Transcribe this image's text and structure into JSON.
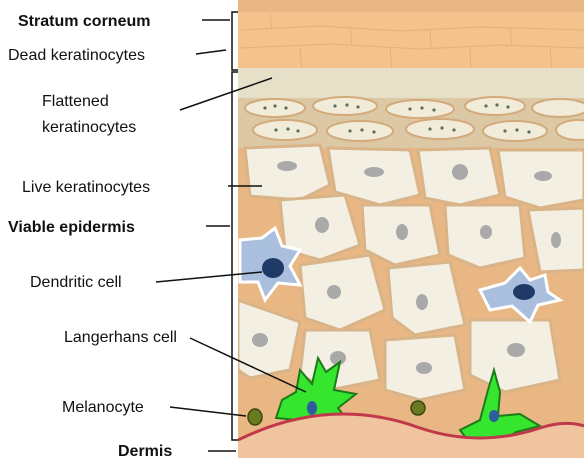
{
  "labels": {
    "stratum_corneum": "Stratum corneum",
    "dead_keratinocytes": "Dead keratinocytes",
    "flattened_line1": "Flattened",
    "flattened_line2": "keratinocytes",
    "live_keratinocytes": "Live keratinocytes",
    "viable_epidermis": "Viable epidermis",
    "dendritic_cell": "Dendritic cell",
    "langerhans_cell": "Langerhans cell",
    "melanocyte": "Melanocyte",
    "dermis": "Dermis"
  },
  "colors": {
    "stratum_corneum_fill": "#f4c28c",
    "granular_fill": "#e6e0c9",
    "tissue_bg": "#e9b784",
    "cell_fill": "#f3f0e3",
    "cell_edge": "#d9b489",
    "nucleus": "#a9a9a9",
    "dendritic_body": "#a9bfdd",
    "dendritic_nucleus": "#1f3a66",
    "melanocyte_green": "#36e62e",
    "dermis_line": "#c0394a"
  }
}
